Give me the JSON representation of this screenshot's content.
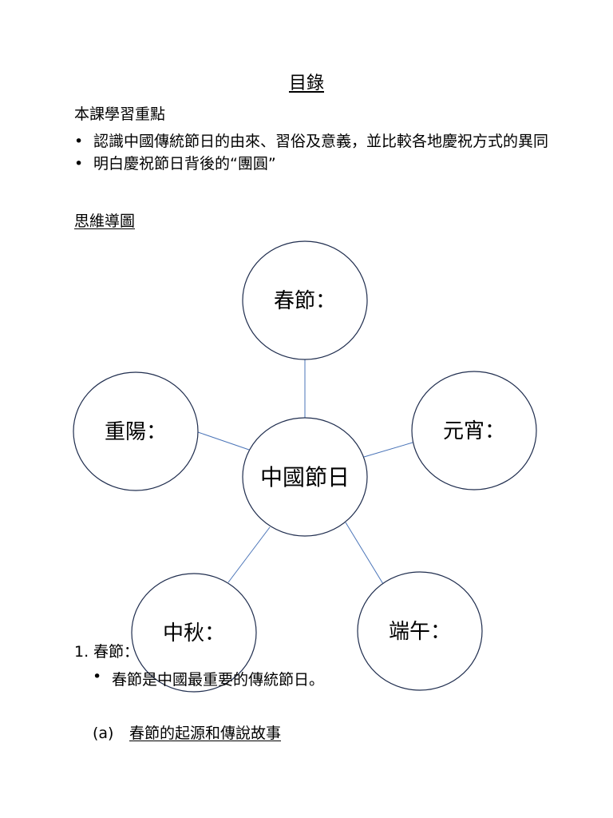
{
  "document": {
    "title": "目錄",
    "intro_heading": "本課學習重點",
    "bullets": [
      "認識中國傳統節日的由來、習俗及意義，並比較各地慶祝方式的異同",
      "明白慶祝節日背後的“團圓”"
    ],
    "section_heading": "思維導圖"
  },
  "mindmap": {
    "center": "中國節日",
    "nodes": {
      "top": "春節：",
      "right": "元宵：",
      "bottom_right": "端午：",
      "bottom_left": "中秋：",
      "left": "重陽："
    }
  },
  "list": {
    "item_number": "1.",
    "item_text": "春節：",
    "sub_bullet": "春節是中國最重要的傳統節日。",
    "alpha_marker": "(a)",
    "alpha_text": "春節的起源和傳說故事"
  }
}
